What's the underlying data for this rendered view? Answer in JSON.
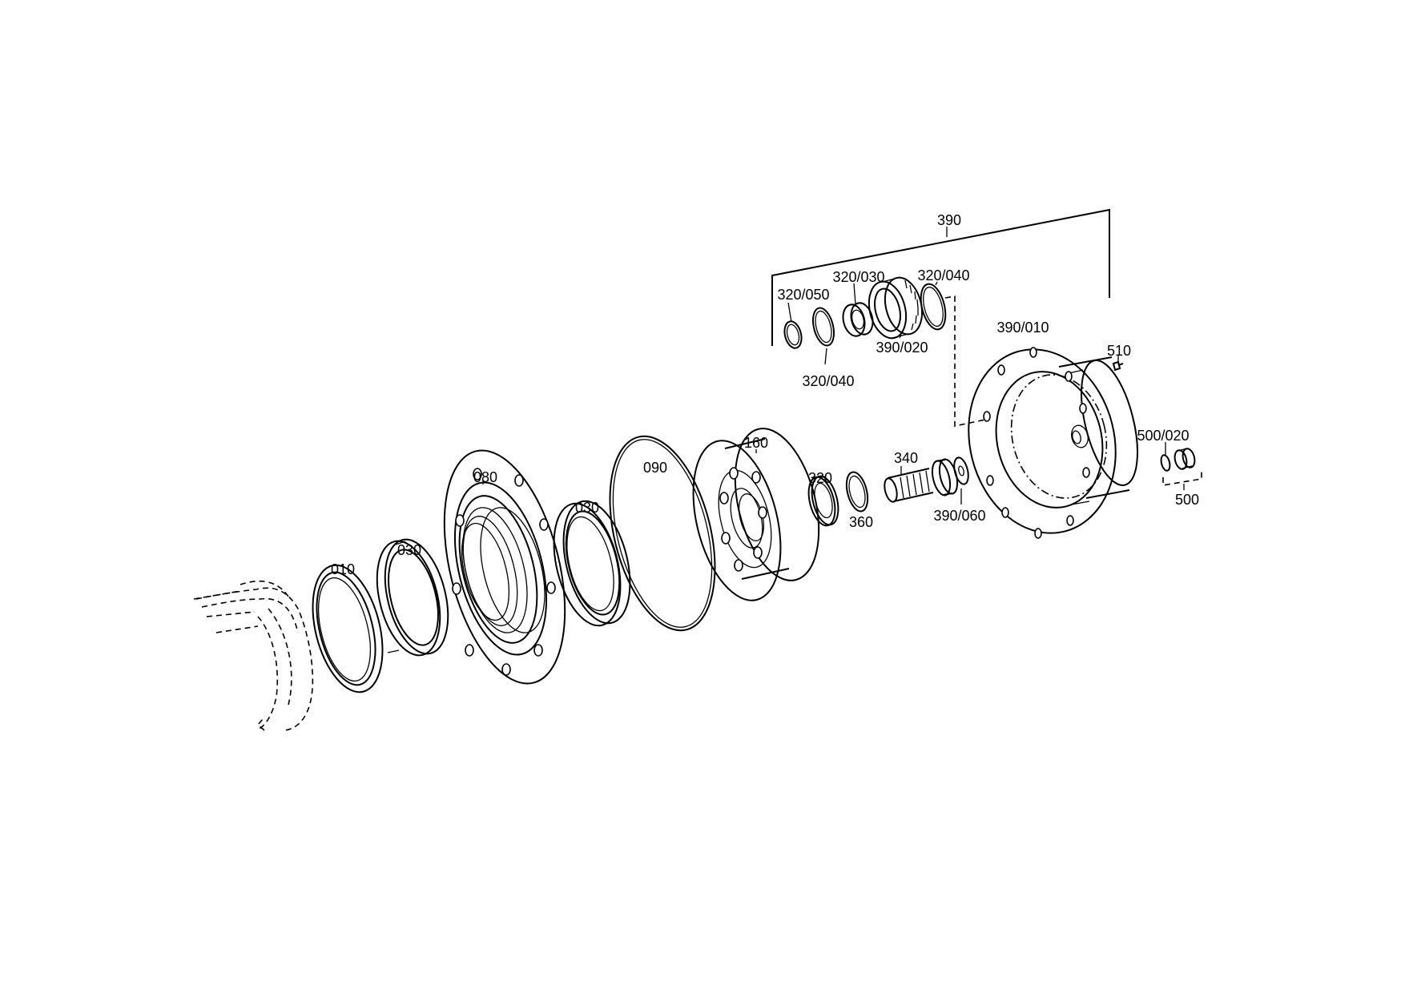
{
  "callouts": {
    "c390": "390",
    "c320_050": "320/050",
    "c320_030": "320/030",
    "c320_040_top": "320/040",
    "c320_040_bottom": "320/040",
    "c390_020": "390/020",
    "c390_010": "390/010",
    "c510": "510",
    "c500_020": "500/020",
    "c500": "500",
    "c160": "160",
    "c320": "320",
    "c340": "340",
    "c360": "360",
    "c390_060": "390/060",
    "c090": "090",
    "c080": "080",
    "c030_right": "030",
    "c030_left": "030",
    "c010": "010"
  }
}
